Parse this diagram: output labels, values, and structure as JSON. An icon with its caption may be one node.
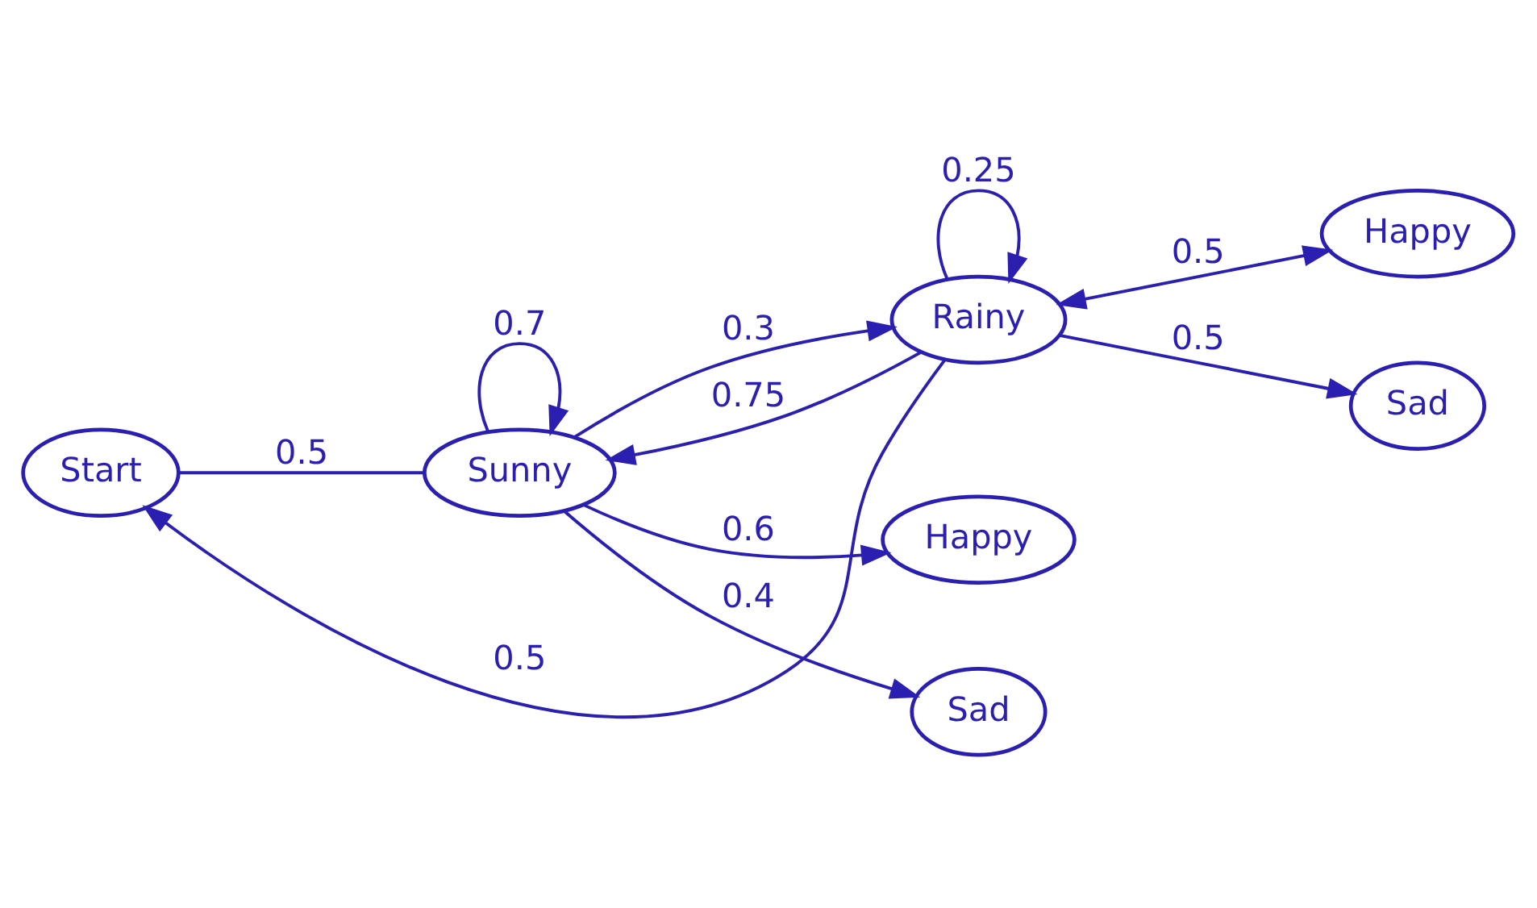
{
  "diagram": {
    "nodes": [
      {
        "text": [
          "Start"
        ]
      },
      {
        "text": [
          "Rainy"
        ]
      },
      {
        "text": [
          "Happy"
        ]
      },
      {
        "text": [
          "Sad"
        ]
      },
      {
        "text": [
          "Sunny"
        ]
      },
      {
        "text": [
          "Happy"
        ]
      },
      {
        "text": [
          "Sad"
        ]
      }
    ],
    "edges": [
      {
        "from": 1,
        "to": 0,
        "arrow": "to",
        "label": "0.5"
      },
      {
        "from": 0,
        "to": 4,
        "arrow": "none",
        "label": "0.5"
      },
      {
        "from": 1,
        "to": 1,
        "arrow": "to",
        "label": "0.25"
      },
      {
        "from": 1,
        "to": 2,
        "arrow": "both",
        "label": "0.5"
      },
      {
        "from": 1,
        "to": 3,
        "arrow": "to",
        "label": "0.5"
      },
      {
        "from": 1,
        "to": 4,
        "arrow": "to",
        "label": "0.75"
      },
      {
        "from": 4,
        "to": 1,
        "arrow": "to",
        "label": "0.3"
      },
      {
        "from": 4,
        "to": 4,
        "arrow": "to",
        "label": "0.7"
      },
      {
        "from": 4,
        "to": 5,
        "arrow": "to",
        "label": "0.6"
      },
      {
        "from": 4,
        "to": 6,
        "arrow": "to",
        "label": "0.4"
      }
    ]
  }
}
